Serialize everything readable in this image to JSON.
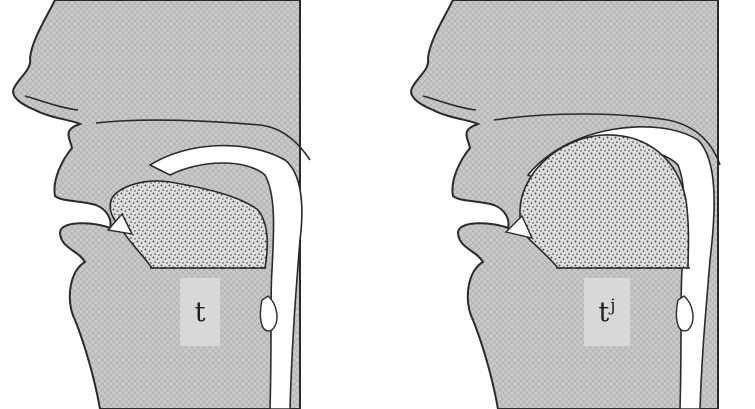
{
  "diagrams": [
    {
      "id": "plain",
      "label": "t",
      "superscript": ""
    },
    {
      "id": "palatalized",
      "label": "t",
      "superscript": "j"
    }
  ],
  "colors": {
    "tissue": "#c9c9c9",
    "tongue": "#dedede",
    "outline": "#2a2a2a",
    "label_bg": "#d8d8d8",
    "label_text": "#1e1e1e"
  }
}
